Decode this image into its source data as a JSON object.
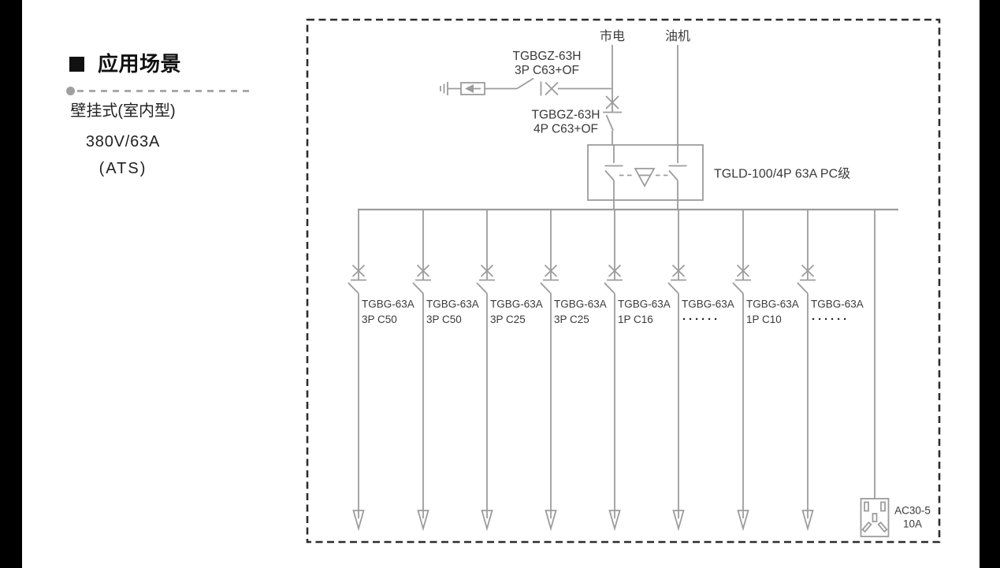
{
  "colors": {
    "diagram_line": "#9c9c9c",
    "diagram_text": "#3a3a3a",
    "border": "#2d2d2d",
    "heading_text": "#111111"
  },
  "left_panel": {
    "heading": "应用场景",
    "lines": [
      "壁挂式(室内型)",
      "380V/63A",
      "(ATS)"
    ]
  },
  "diagram": {
    "sources": [
      {
        "label": "市电"
      },
      {
        "label": "油机"
      }
    ],
    "spd_breaker": {
      "model": "TGBGZ-63H",
      "spec": "3P C63+OF"
    },
    "main_breaker": {
      "model": "TGBGZ-63H",
      "spec": "4P C63+OF"
    },
    "ats": {
      "label": "TGLD-100/4P 63A PC级"
    },
    "feeders": [
      {
        "model": "TGBG-63A",
        "spec": "3P C50"
      },
      {
        "model": "TGBG-63A",
        "spec": "3P C50"
      },
      {
        "model": "TGBG-63A",
        "spec": "3P C25"
      },
      {
        "model": "TGBG-63A",
        "spec": "3P C25"
      },
      {
        "model": "TGBG-63A",
        "spec": "1P C16"
      },
      {
        "model": "TGBG-63A",
        "spec": "······"
      },
      {
        "model": "TGBG-63A",
        "spec": "1P C10"
      },
      {
        "model": "TGBG-63A",
        "spec": "······"
      }
    ],
    "socket": {
      "model": "AC30-5",
      "rating": "10A"
    }
  }
}
